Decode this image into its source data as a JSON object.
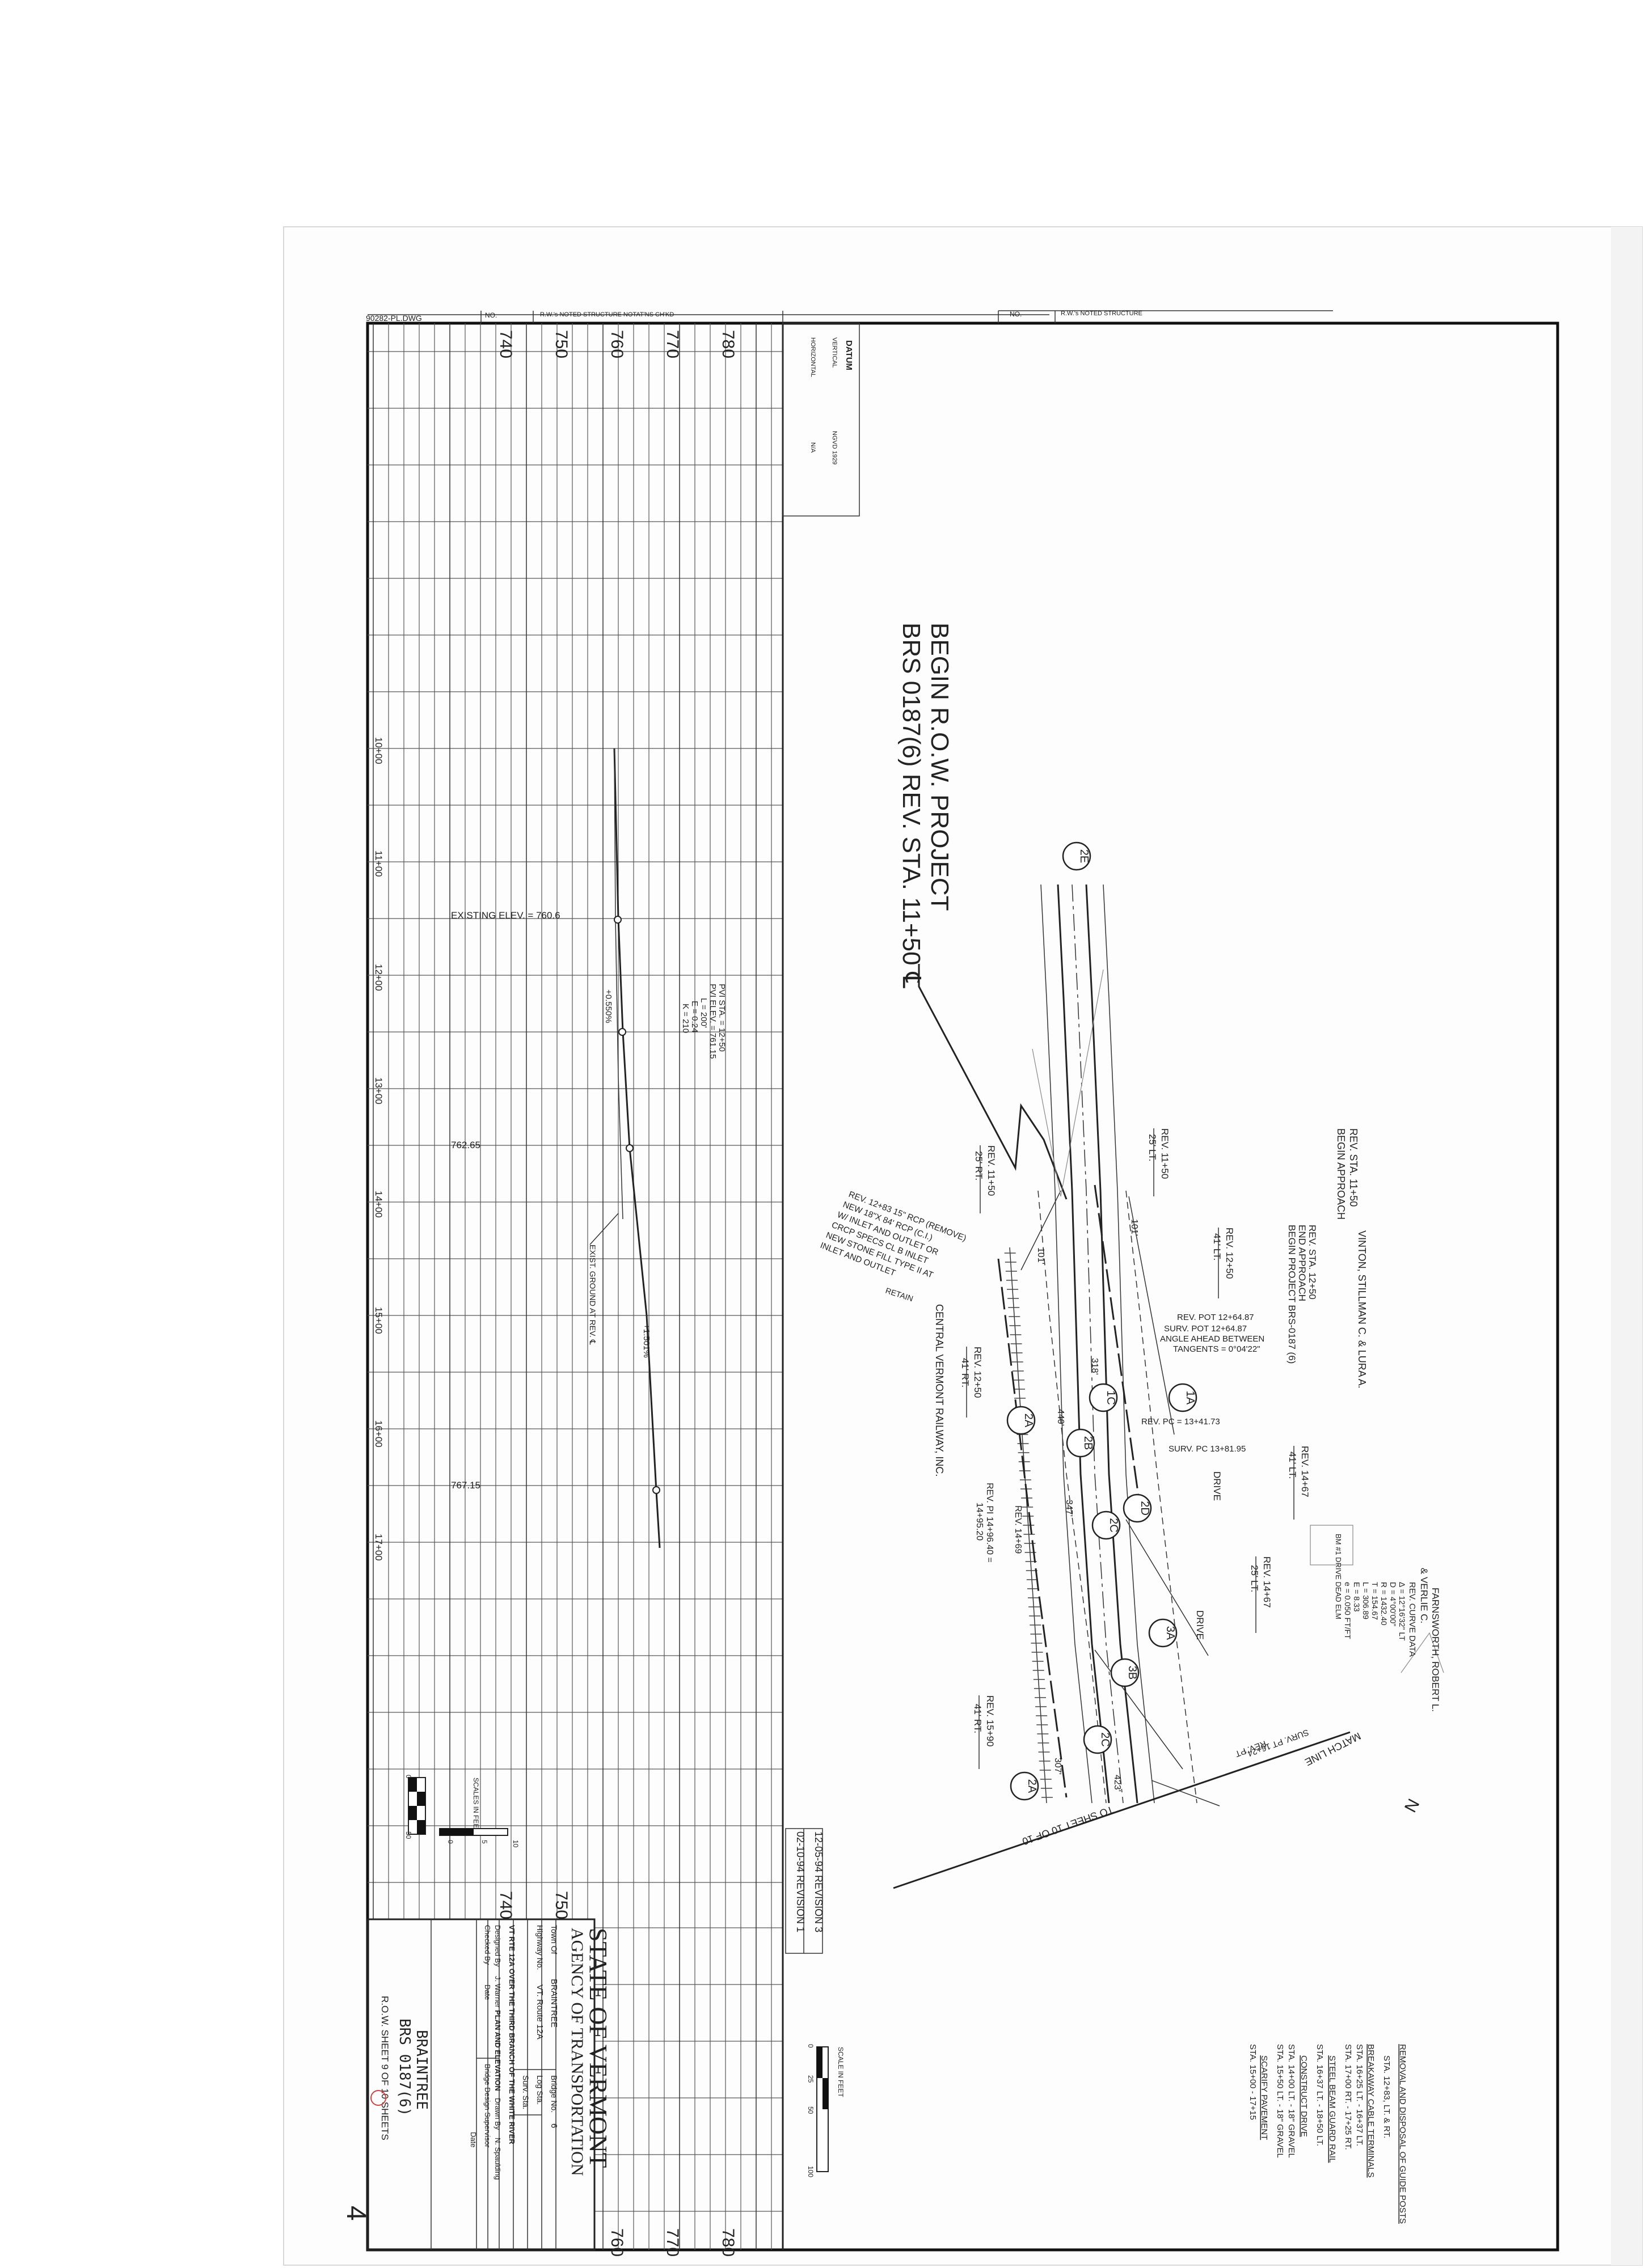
{
  "file_name": "90282-PL.DWG",
  "top_block": {
    "no_header": "NO.",
    "note_header": "R.W.'s NOTED STRUCTURE NOTAT'NS CH'KD",
    "right_no_header": "NO.",
    "right_note_header": "R.W.'s NOTED STRUCTURE"
  },
  "datum": {
    "title": "DATUM",
    "vertical_label": "VERTICAL",
    "vertical_value": "NGVD 1929",
    "horizontal_label": "HORIZONTAL",
    "horizontal_value": "N/A"
  },
  "profile": {
    "elevations_top": [
      "740",
      "750",
      "760",
      "770",
      "780"
    ],
    "elevations_bottom": [
      "740",
      "750",
      "760",
      "770",
      "780"
    ],
    "stations": [
      "10+00",
      "11+00",
      "12+00",
      "13+00",
      "14+00",
      "15+00",
      "16+00",
      "17+00"
    ],
    "existing_elev": "EXISTING ELEV. = 760.6",
    "grade_1": "+0.550%",
    "grade_2": "+1.501%",
    "elev_1": "762.65",
    "elev_2": "767.15",
    "exist_ground": "EXIST. GROUND AT REV. ℄",
    "pvi": [
      "PVI STA. = 12+50",
      "PVI ELEV. = 761.15",
      "L = 200'",
      "E = 0.24",
      "K = 210"
    ]
  },
  "begin_row": {
    "line1": "BEGIN R.O.W. PROJECT",
    "line2": "BRS 0187(6) REV. STA. 11+50 ℄"
  },
  "plan": {
    "rev_1150": "REV. STA. 11+50",
    "begin_approach": "BEGIN APPROACH",
    "rev_1150_lt": "REV. 11+50",
    "rev_1150_lt_off": "25' LT.",
    "rev_1150_rt": "REV. 11+50",
    "rev_1150_rt_off": "25' RT.",
    "owner_top": "VINTON, STILLMAN C. & LURA A.",
    "rev_1250": "REV. STA. 12+50",
    "end_approach": "END APPROACH",
    "begin_project": "BEGIN PROJECT BRS-0187 (6)",
    "rev_1250_lt": "REV. 12+50",
    "rev_1250_lt_off": "41' LT.",
    "rev_1250_rt": "REV. 12+50",
    "rev_1250_rt_off": "41' RT.",
    "pot_1": "REV. POT 12+64.87",
    "pot_2": "SURV. POT 12+64.87",
    "angle_1": "ANGLE AHEAD BETWEEN",
    "angle_2": "TANGENTS = 0°04'22\"",
    "rev_pc": "REV. PC = 13+41.73",
    "surv_pc": "SURV. PC 13+81.95",
    "rcp_note": [
      "REV. 12+83  15\" RCP (REMOVE)",
      "NEW 18\"X 84' RCP (C.I.)",
      "W/ INLET AND OUTLET OR",
      "CRCP SPECS CL B INLET",
      "NEW STONE FILL TYPE II AT",
      "INLET AND OUTLET"
    ],
    "retain": "RETAIN",
    "railway": "CENTRAL VERMONT RAILWAY, INC.",
    "rev_1467_lt": "REV. 14+67",
    "rev_1467_lt_off": "41' LT.",
    "rev_1467_rt": "REV. 14+67",
    "rev_1467_rt_off": "25' LT.",
    "drive": "DRIVE",
    "rev_pi": "REV. PI 14+96.40 =",
    "rev_pi2": "14+95.20",
    "rev_1469": "REV. 14+69",
    "rev_1590": "REV. 15+90",
    "rev_1590_off": "41' RT.",
    "owner_right_1": "FARNSWORTH, ROBERT L.",
    "owner_right_2": "& VERLIE C.",
    "curve_title": "REV. CURVE DATA",
    "curve": [
      "Δ = 12°16'32\" LT",
      "D = 4°00'00\"",
      "R = 1432.40",
      "T = 154.67",
      "L = 306.89",
      "E = 8.33",
      "e = 0.050 FT/FT"
    ],
    "match_line": "MATCH LINE",
    "to_sheet": "TO SHEET 10 OF 10",
    "rev_pt": "REV. PT",
    "surv_pt": "SURV. PT 16+24.",
    "bench": "BM #1 DRIVE DEAD ELM",
    "distances": [
      "101'",
      "101'",
      "318'",
      "440'",
      "347'",
      "307'",
      "423'"
    ],
    "circles": [
      "1A",
      "1C",
      "2A",
      "2B",
      "2C",
      "2D",
      "2E",
      "3A",
      "3B",
      "2C",
      "2A"
    ]
  },
  "notes": {
    "h1": "REMOVAL AND DISPOSAL OF GUIDE POSTS",
    "l1": "STA. 12+83, LT. & RT.",
    "h2": "BREAKAWAY CABLE TERMINALS",
    "l2a": "STA. 16+25 LT. - 16+37 LT.",
    "l2b": "STA. 17+00 RT. - 17+25 RT.",
    "h3": "STEEL BEAM GUARD RAIL",
    "l3": "STA. 16+37 LT. - 18+50 LT.",
    "h4": "CONSTRUCT DRIVE",
    "l4a": "STA. 14+00 LT. - 18\" GRAVEL",
    "l4b": "STA. 15+50 LT. - 18\" GRAVEL",
    "h5": "SCARIFY PAVEMENT",
    "l5": "STA. 15+00 - 17+15"
  },
  "scale_plan": {
    "title": "SCALE IN FEET",
    "ticks": [
      "0",
      "25",
      "50",
      "100"
    ]
  },
  "scale_profile": {
    "title": "SCALES IN FEET",
    "h": [
      "0",
      "50"
    ],
    "v": [
      "0",
      "5",
      "10"
    ]
  },
  "revisions": [
    "12-05-94 REVISION 3",
    "02-10-94 REVISION 1"
  ],
  "title_block": {
    "state": "STATE OF VERMONT",
    "agency": "AGENCY OF TRANSPORTATION",
    "town_of_label": "Town Of",
    "town": "BRAINTREE",
    "bridge_no_label": "Bridge No.",
    "bridge_no": "6",
    "highway_label": "Highway No.",
    "highway": "VT. Route 12A",
    "log_sta": "Log Sta.",
    "surv_sta": "Surv. Sta.",
    "project_desc": "VT RTE 12A OVER THE THIRD BRANCH OF THE WHITE RIVER",
    "designed_by_label": "Designed By",
    "designed_by": "J. Warner",
    "plan_elev": "PLAN AND ELEVATION",
    "drawn_by_label": "Drawn By",
    "drawn_by": "N. Spaulding",
    "checked_by_label": "Checked By",
    "date_label": "Date",
    "supervisor": "Bridge Design Supervisor",
    "town_big": "BRAINTREE",
    "project_big": "BRS 0187(6)",
    "sheet": "R.O.W. SHEET 9 OF 10 SHEETS"
  },
  "margin_mark": "4"
}
